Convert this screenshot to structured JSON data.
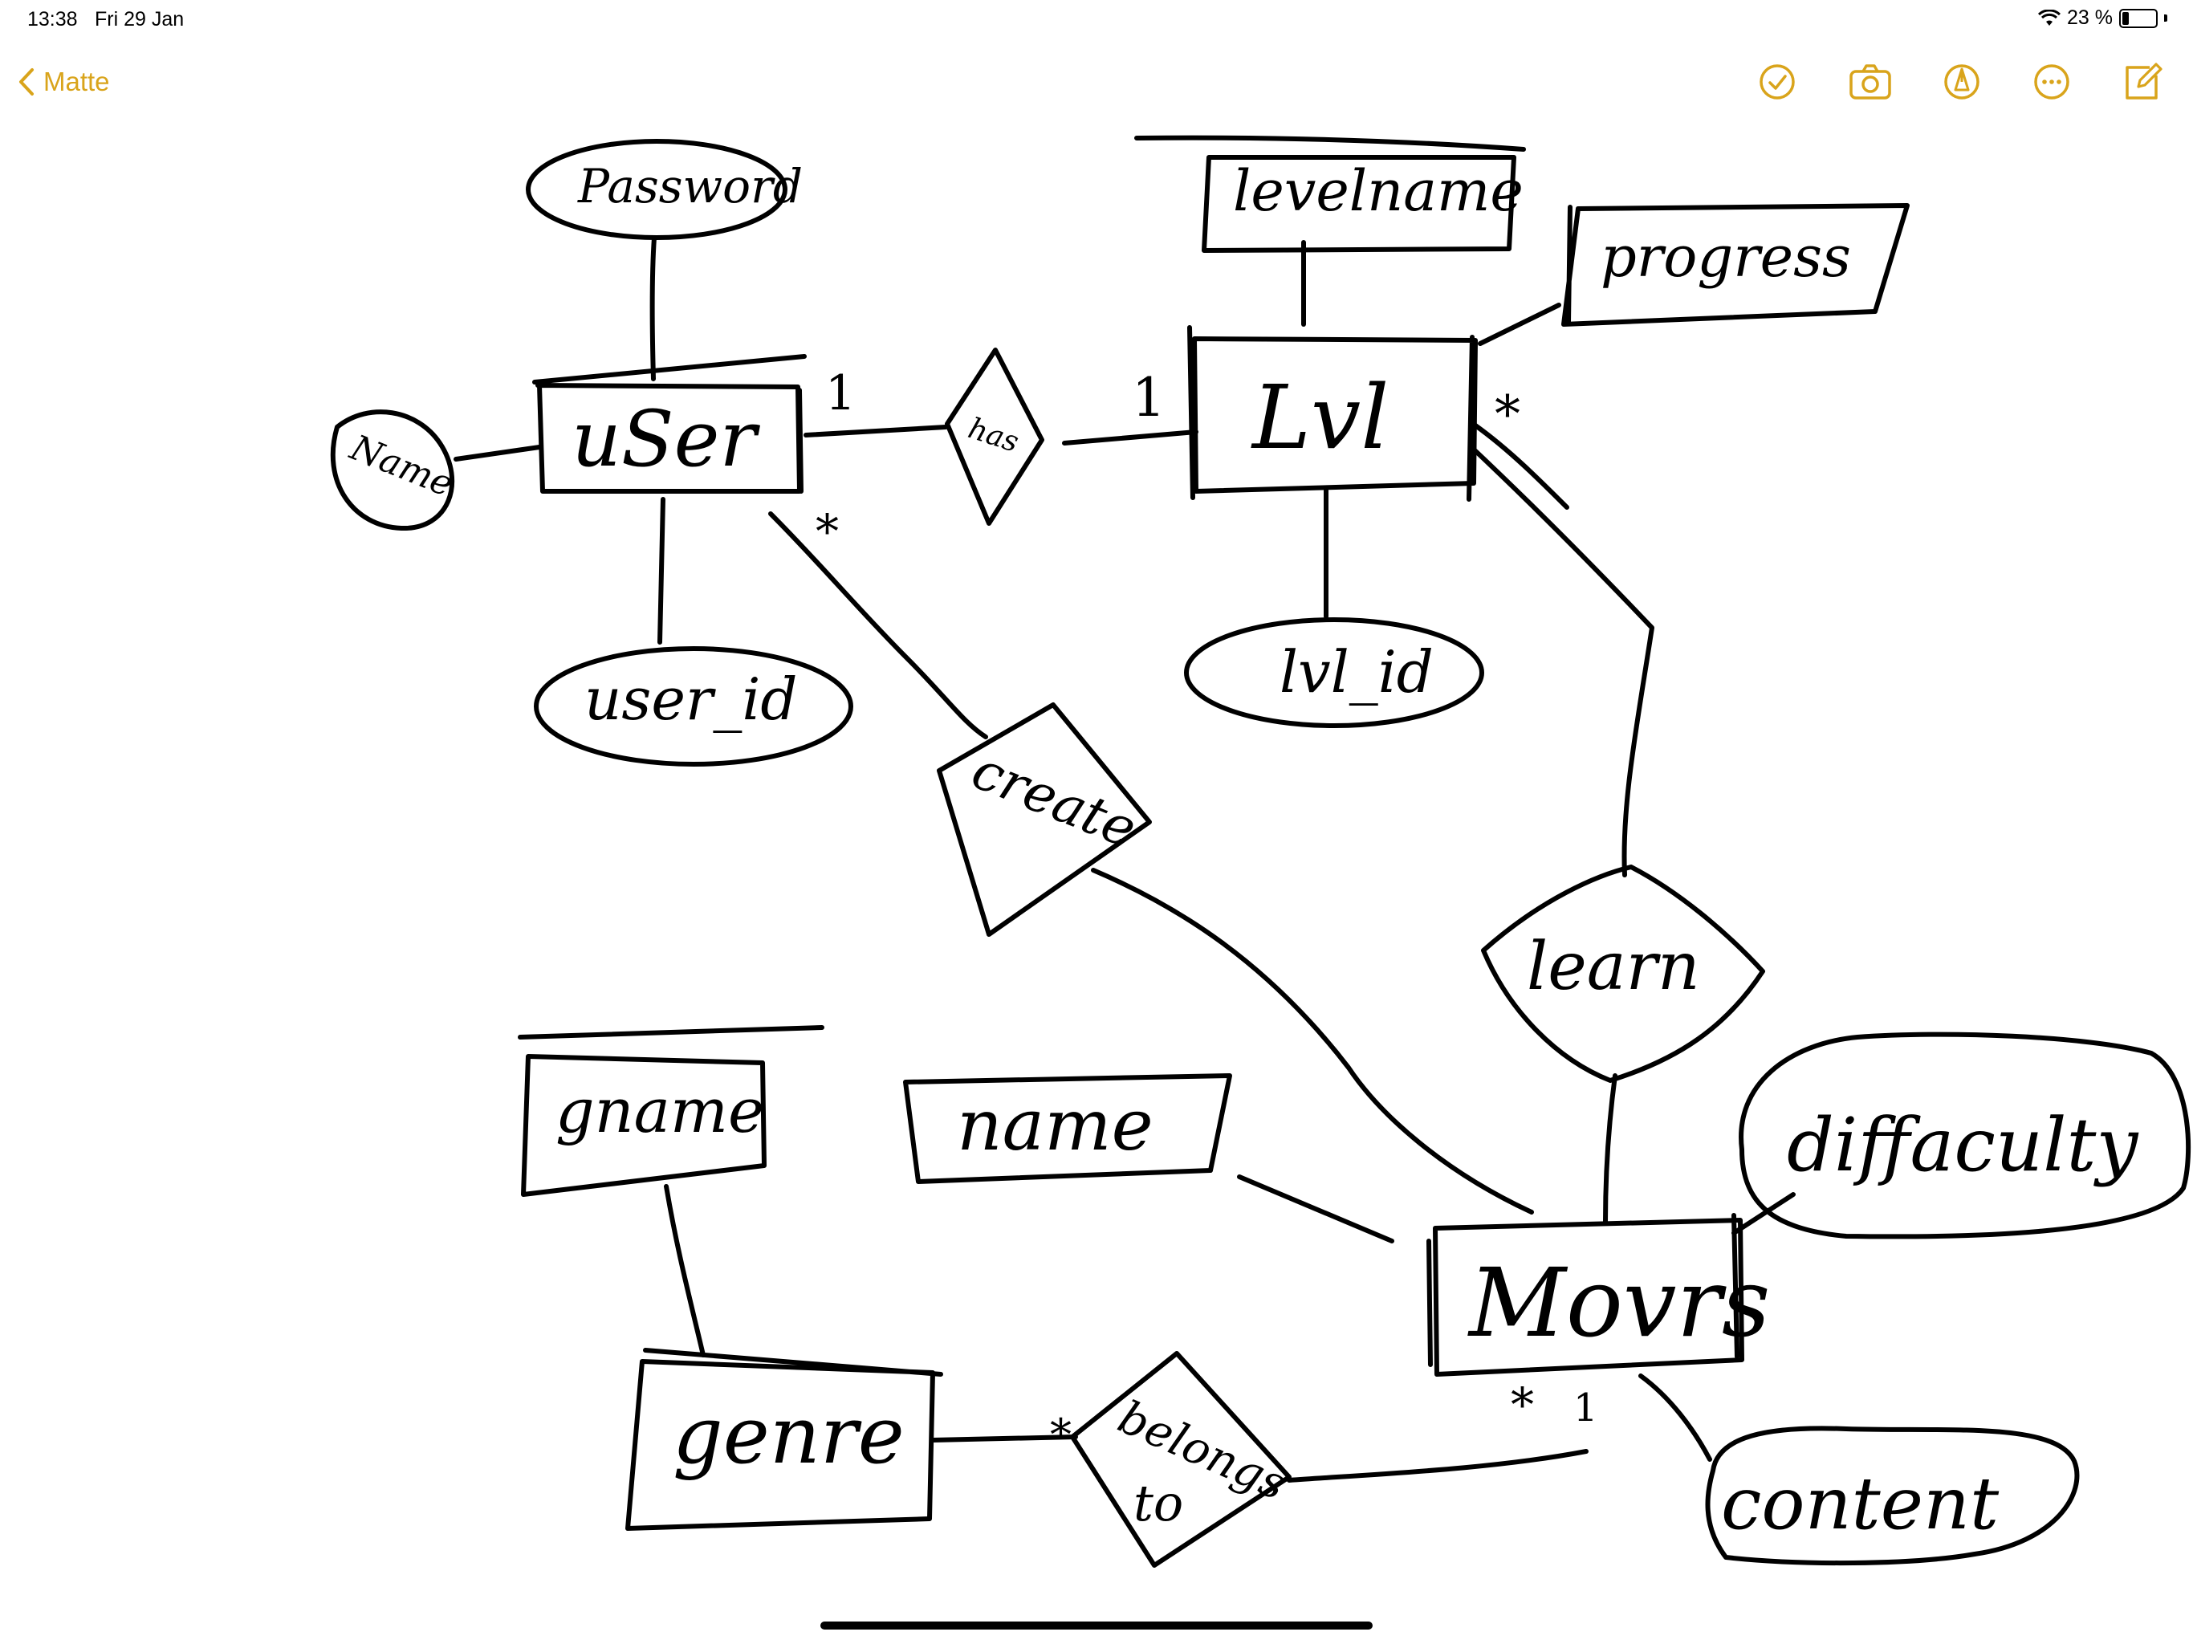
{
  "status_bar": {
    "time": "13:38",
    "date": "Fri 29 Jan",
    "battery_percent": "23 %",
    "battery_level": 0.23,
    "wifi_icon": "wifi-icon"
  },
  "nav": {
    "back_label": "Matte",
    "accent_color": "#d9a41b",
    "tools": [
      "checkmark-circle-icon",
      "camera-icon",
      "markup-pen-icon",
      "more-ellipsis-icon",
      "compose-icon"
    ]
  },
  "diagram": {
    "entities": {
      "user": "uSer",
      "lvl": "Lvl",
      "moves": "Movrs",
      "genre": "genre"
    },
    "attributes": {
      "password": "Password",
      "name_user": "Name",
      "user_id": "user_id",
      "levelname": "levelname",
      "progress": "progress",
      "lvl_id": "lvl_id",
      "gname": "gname",
      "name_moves": "name",
      "difficulty": "diffaculty",
      "content": "content"
    },
    "relationships": {
      "has": "has",
      "create": "create",
      "learn": "learn",
      "belongs_to_line1": "belongs",
      "belongs_to_line2": "to"
    },
    "cardinalities": {
      "user_has": "1",
      "lvl_has": "1",
      "user_create": "*",
      "lvl_learn": "*",
      "moves_belongs": "*",
      "moves_belongs_right": "1",
      "genre_belongs": "*"
    }
  }
}
